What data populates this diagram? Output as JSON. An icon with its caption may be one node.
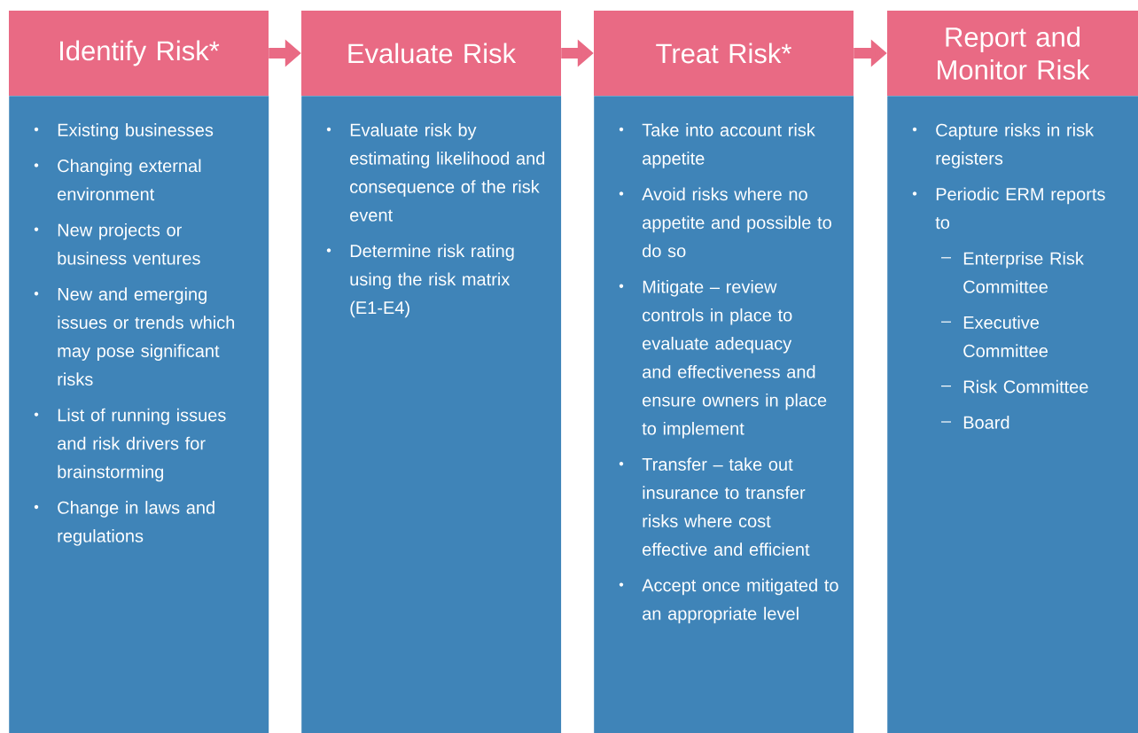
{
  "diagram": {
    "nodes": [
      {
        "text": [
          "Identify Risk*"
        ]
      },
      {
        "text": [
          "Evaluate Risk"
        ]
      },
      {
        "text": [
          "Treat Risk*"
        ]
      },
      {
        "text": [
          "Report and Monitor Risk"
        ]
      },
      {
        "text": [
          "Existing businesses",
          "Changing external environment",
          "New projects or business ventures",
          "New and emerging issues or trends which may pose significant risks",
          "List of running issues and risk drivers for brainstorming",
          "Change in laws and regulations"
        ]
      },
      {
        "text": [
          "Evaluate risk by estimating likelihood and consequence of the risk event",
          "Determine risk rating using the risk matrix (E1-E4)"
        ]
      },
      {
        "text": [
          "Take into account risk appetite",
          "Avoid risks where no appetite and possible to do so",
          "Mitigate – review controls in place to evaluate adequacy and effectiveness and ensure owners in place to implement",
          "Transfer – take out insurance to transfer risks where cost effective and efficient",
          "Accept once mitigated to an appropriate level"
        ]
      },
      {
        "text": [
          "Capture risks in risk registers",
          "Periodic ERM reports to",
          "Enterprise Risk Committee",
          "Executive Committee",
          "Risk Committee",
          "Board"
        ]
      }
    ],
    "edges": [
      {
        "from": 0,
        "to": 1,
        "arrow": "to"
      },
      {
        "from": 1,
        "to": 2,
        "arrow": "to"
      },
      {
        "from": 2,
        "to": 3,
        "arrow": "to"
      }
    ]
  }
}
